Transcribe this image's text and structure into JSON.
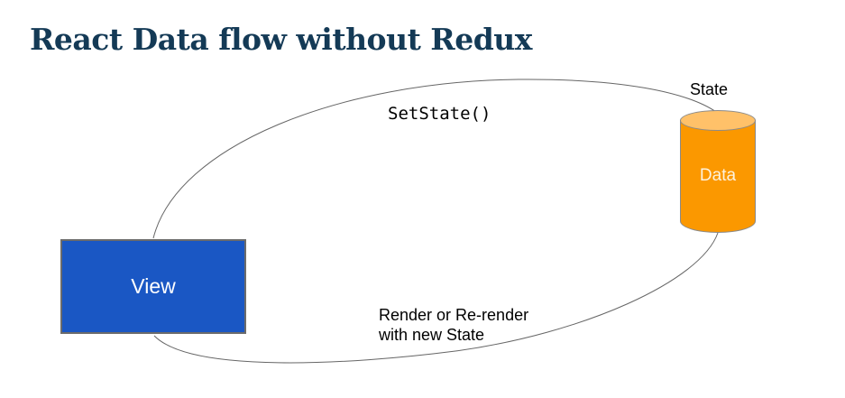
{
  "title": "React Data flow without Redux",
  "nodes": {
    "view": {
      "label": "View",
      "fill": "#1a57c4"
    },
    "data": {
      "label": "Data",
      "fill": "#fb9800",
      "top_fill": "#ffc169",
      "caption": "State"
    }
  },
  "edges": {
    "set_state": {
      "label": "SetState()"
    },
    "render": {
      "lines": [
        "Render or Re-render",
        "with new State"
      ]
    }
  },
  "colors": {
    "title_text": "#143a56",
    "arc_stroke": "#666666",
    "background": "#ffffff",
    "node_outline": "#6b6b6b"
  }
}
